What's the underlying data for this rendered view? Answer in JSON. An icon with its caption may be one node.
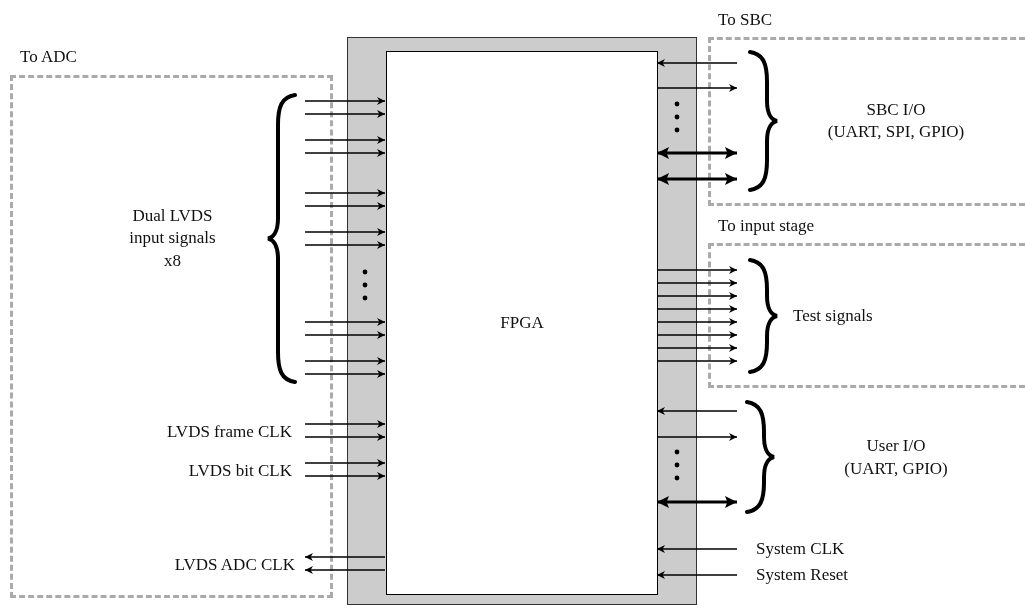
{
  "diagram": {
    "nodes": [
      {
        "text": [],
        "shape": "box"
      },
      {
        "text": [
          "FPGA"
        ],
        "in": 0
      },
      {
        "text": [
          "To ADC"
        ]
      },
      {
        "text": [
          "Dual LVDS input signals x8"
        ],
        "in": 2
      },
      {
        "text": [
          "LVDS frame CLK"
        ],
        "in": 2
      },
      {
        "text": [
          "LVDS bit CLK"
        ],
        "in": 2
      },
      {
        "text": [
          "LVDS ADC CLK"
        ],
        "in": 2
      },
      {
        "text": [
          "To SBC"
        ]
      },
      {
        "text": [
          "SBC I/O",
          "(UART, SPI, GPIO)"
        ],
        "in": 7
      },
      {
        "text": [
          "To input stage"
        ]
      },
      {
        "text": [
          "Test signals"
        ],
        "in": 9
      },
      {
        "text": [
          "User I/O",
          "(UART, GPIO)"
        ]
      },
      {
        "text": [
          "System CLK"
        ]
      },
      {
        "text": [
          "System Reset"
        ]
      }
    ],
    "edges": [
      {
        "from": 3,
        "to": 1,
        "arrow": "to"
      },
      {
        "from": 3,
        "to": 1,
        "arrow": "to"
      },
      {
        "from": 3,
        "to": 1,
        "arrow": "to"
      },
      {
        "from": 3,
        "to": 1,
        "arrow": "to"
      },
      {
        "from": 3,
        "to": 1,
        "arrow": "to"
      },
      {
        "from": 3,
        "to": 1,
        "arrow": "to"
      },
      {
        "from": 3,
        "to": 1,
        "arrow": "to"
      },
      {
        "from": 3,
        "to": 1,
        "arrow": "to"
      },
      {
        "from": 3,
        "to": 1,
        "arrow": "to"
      },
      {
        "from": 3,
        "to": 1,
        "arrow": "to"
      },
      {
        "from": 3,
        "to": 1,
        "arrow": "to"
      },
      {
        "from": 3,
        "to": 1,
        "arrow": "to"
      },
      {
        "from": 4,
        "to": 1,
        "arrow": "to"
      },
      {
        "from": 4,
        "to": 1,
        "arrow": "to"
      },
      {
        "from": 5,
        "to": 1,
        "arrow": "to"
      },
      {
        "from": 5,
        "to": 1,
        "arrow": "to"
      },
      {
        "from": 1,
        "to": 6,
        "arrow": "to"
      },
      {
        "from": 1,
        "to": 6,
        "arrow": "to"
      },
      {
        "from": 8,
        "to": 1,
        "arrow": "to"
      },
      {
        "from": 1,
        "to": 8,
        "arrow": "to"
      },
      {
        "from": 1,
        "to": 8,
        "arrow": "both",
        "style": "thick"
      },
      {
        "from": 1,
        "to": 8,
        "arrow": "both",
        "style": "thick"
      },
      {
        "from": 1,
        "to": 10,
        "arrow": "to"
      },
      {
        "from": 1,
        "to": 10,
        "arrow": "to"
      },
      {
        "from": 1,
        "to": 10,
        "arrow": "to"
      },
      {
        "from": 1,
        "to": 10,
        "arrow": "to"
      },
      {
        "from": 1,
        "to": 10,
        "arrow": "to"
      },
      {
        "from": 1,
        "to": 10,
        "arrow": "to"
      },
      {
        "from": 1,
        "to": 10,
        "arrow": "to"
      },
      {
        "from": 1,
        "to": 10,
        "arrow": "to"
      },
      {
        "from": 11,
        "to": 1,
        "arrow": "to"
      },
      {
        "from": 1,
        "to": 11,
        "arrow": "to"
      },
      {
        "from": 1,
        "to": 11,
        "arrow": "both",
        "style": "thick"
      },
      {
        "from": 12,
        "to": 1,
        "arrow": "to"
      },
      {
        "from": 13,
        "to": 1,
        "arrow": "to"
      }
    ]
  }
}
